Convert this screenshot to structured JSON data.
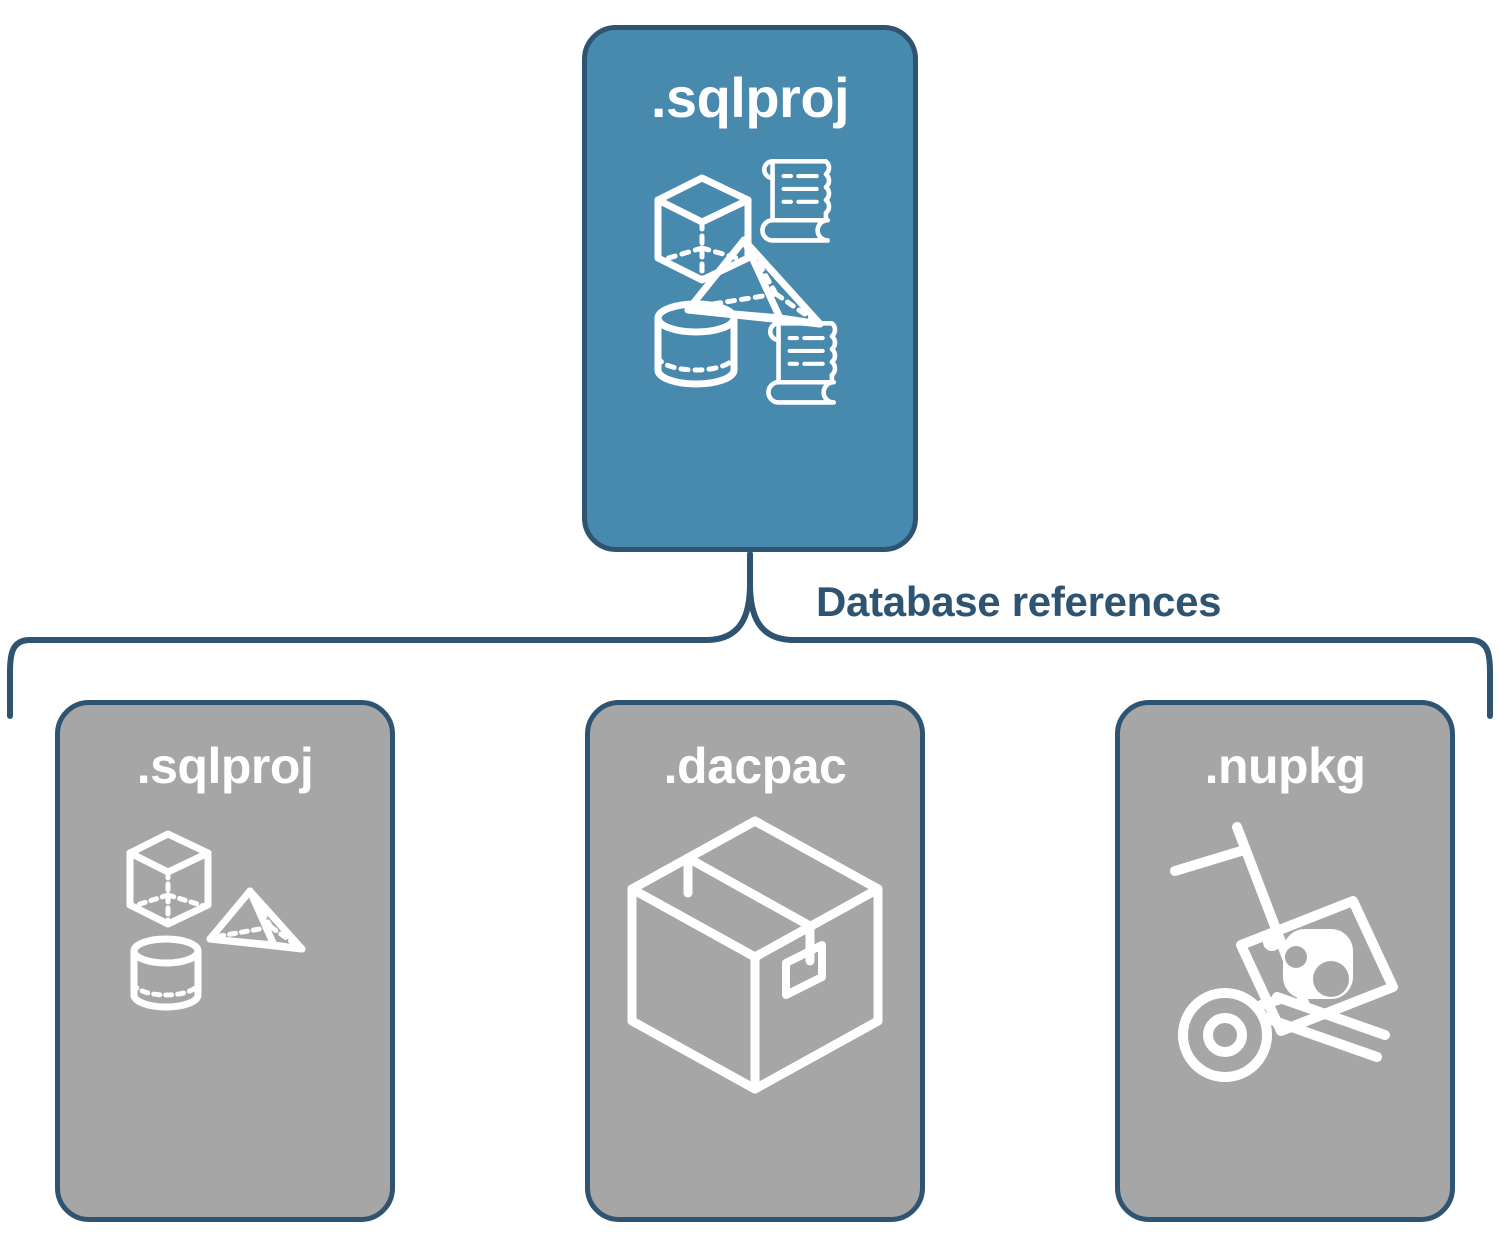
{
  "diagram": {
    "title_text": "Database references",
    "colors": {
      "primary_fill": "#4889ae",
      "secondary_fill": "#a6a6a6",
      "stroke": "#2e5472",
      "icon_stroke": "#ffffff",
      "label_text": "#2e5472",
      "background": "#ffffff"
    },
    "root": {
      "label": ".sqlproj",
      "icons": [
        "cube-icon",
        "script-scroll-icon",
        "pyramid-icon",
        "cylinder-icon",
        "script-scroll-icon"
      ]
    },
    "connector": {
      "label": "Database references",
      "style": "curly-brace"
    },
    "leaves": [
      {
        "label": ".sqlproj",
        "icons": [
          "cube-icon",
          "pyramid-icon",
          "cylinder-icon"
        ]
      },
      {
        "label": ".dacpac",
        "icons": [
          "package-box-icon"
        ]
      },
      {
        "label": ".nupkg",
        "icons": [
          "hand-truck-package-icon"
        ]
      }
    ]
  }
}
